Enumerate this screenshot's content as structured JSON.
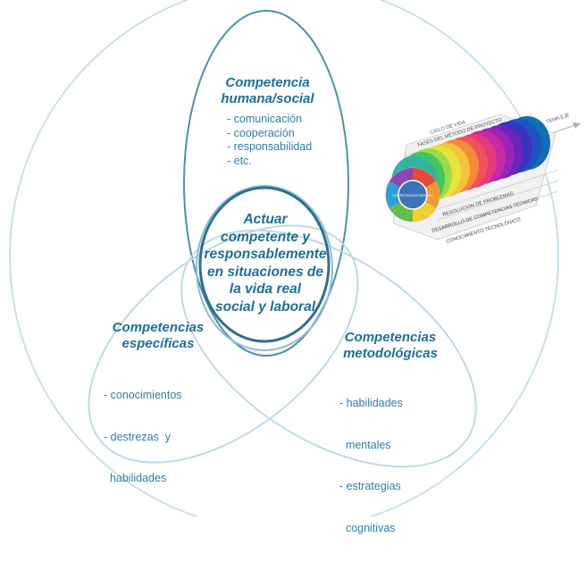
{
  "center": {
    "lines": [
      "Actuar",
      "competente y",
      "responsablemente",
      "en situaciones de",
      "la vida real",
      "social y laboral"
    ]
  },
  "human": {
    "title_lines": [
      "Competencia",
      "humana/social"
    ],
    "items": [
      "- comunicación",
      "- cooperación",
      "- responsabilidad",
      "- etc."
    ]
  },
  "specific": {
    "title_lines": [
      "Competencias",
      "específicas"
    ],
    "items": [
      "- conocimientos",
      "- destrezas  y",
      "  habilidades"
    ]
  },
  "methodological": {
    "title_lines": [
      "Competencias",
      "metodológicas"
    ],
    "items": [
      "- habilidades",
      "  mentales",
      "- estrategias",
      "  cognitivas"
    ]
  },
  "inset": {
    "labels": {
      "ciclo": "CICLO DE VIDA",
      "fases": "FASES DEL MÉTODO DE PROYECTO",
      "tema": "TEMA EJE",
      "resolucion": "RESOLUCIÓN DE PROBLEMAS",
      "desarrollo": "DESARROLLO DE COMPETENCIAS TÉCNICAS",
      "conocimiento": "CONOCIMIENTO TECNOLÓGICO",
      "hub": "COMPETENCIAS BÁSICAS"
    }
  },
  "colors": {
    "text_dark": "#1f6f93",
    "text": "#2f7fa0",
    "outline_light": "#b9d6e3",
    "outline_dark": "#4f8fab"
  }
}
